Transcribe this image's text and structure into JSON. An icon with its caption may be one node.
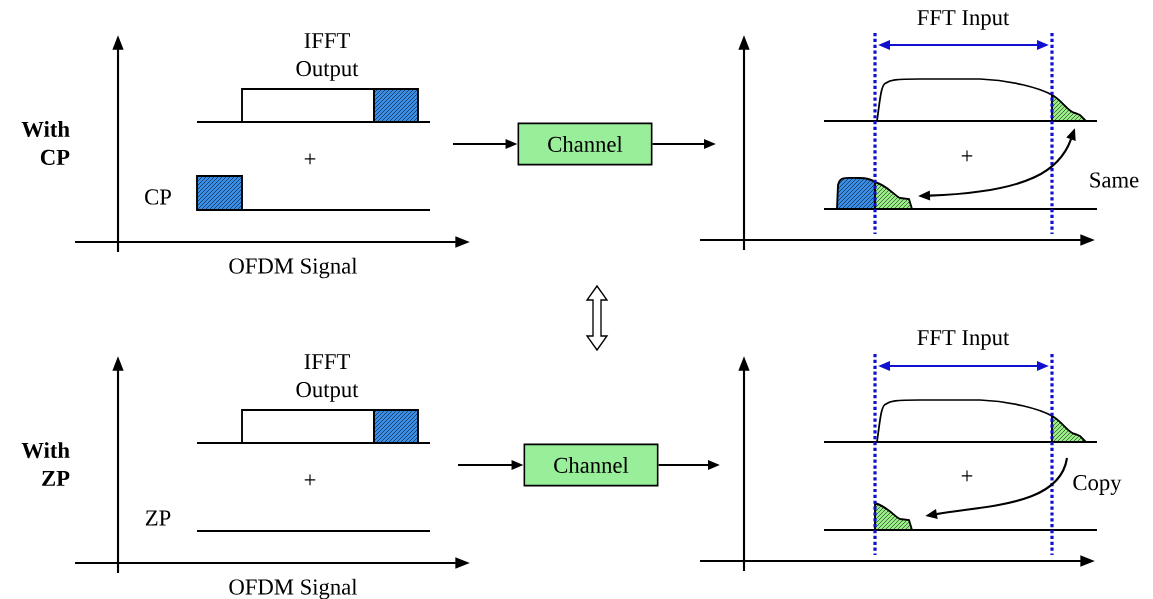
{
  "diagram": {
    "nodes": [
      {
        "text": [
          "Channel"
        ]
      },
      {
        "text": [
          "Channel"
        ]
      }
    ],
    "edges": [
      {
        "from": null,
        "to": 0,
        "arrow": "to"
      },
      {
        "from": 0,
        "to": null,
        "arrow": "to"
      },
      {
        "from": null,
        "to": 1,
        "arrow": "to"
      },
      {
        "from": 1,
        "to": null,
        "arrow": "to"
      }
    ],
    "labels": [
      "With CP",
      "IFFT Output",
      "+",
      "CP",
      "OFDM Signal",
      "FFT Input",
      "+",
      "Same",
      "With ZP",
      "IFFT Output",
      "+",
      "ZP",
      "OFDM Signal",
      "FFT Input",
      "+",
      "Copy"
    ]
  }
}
